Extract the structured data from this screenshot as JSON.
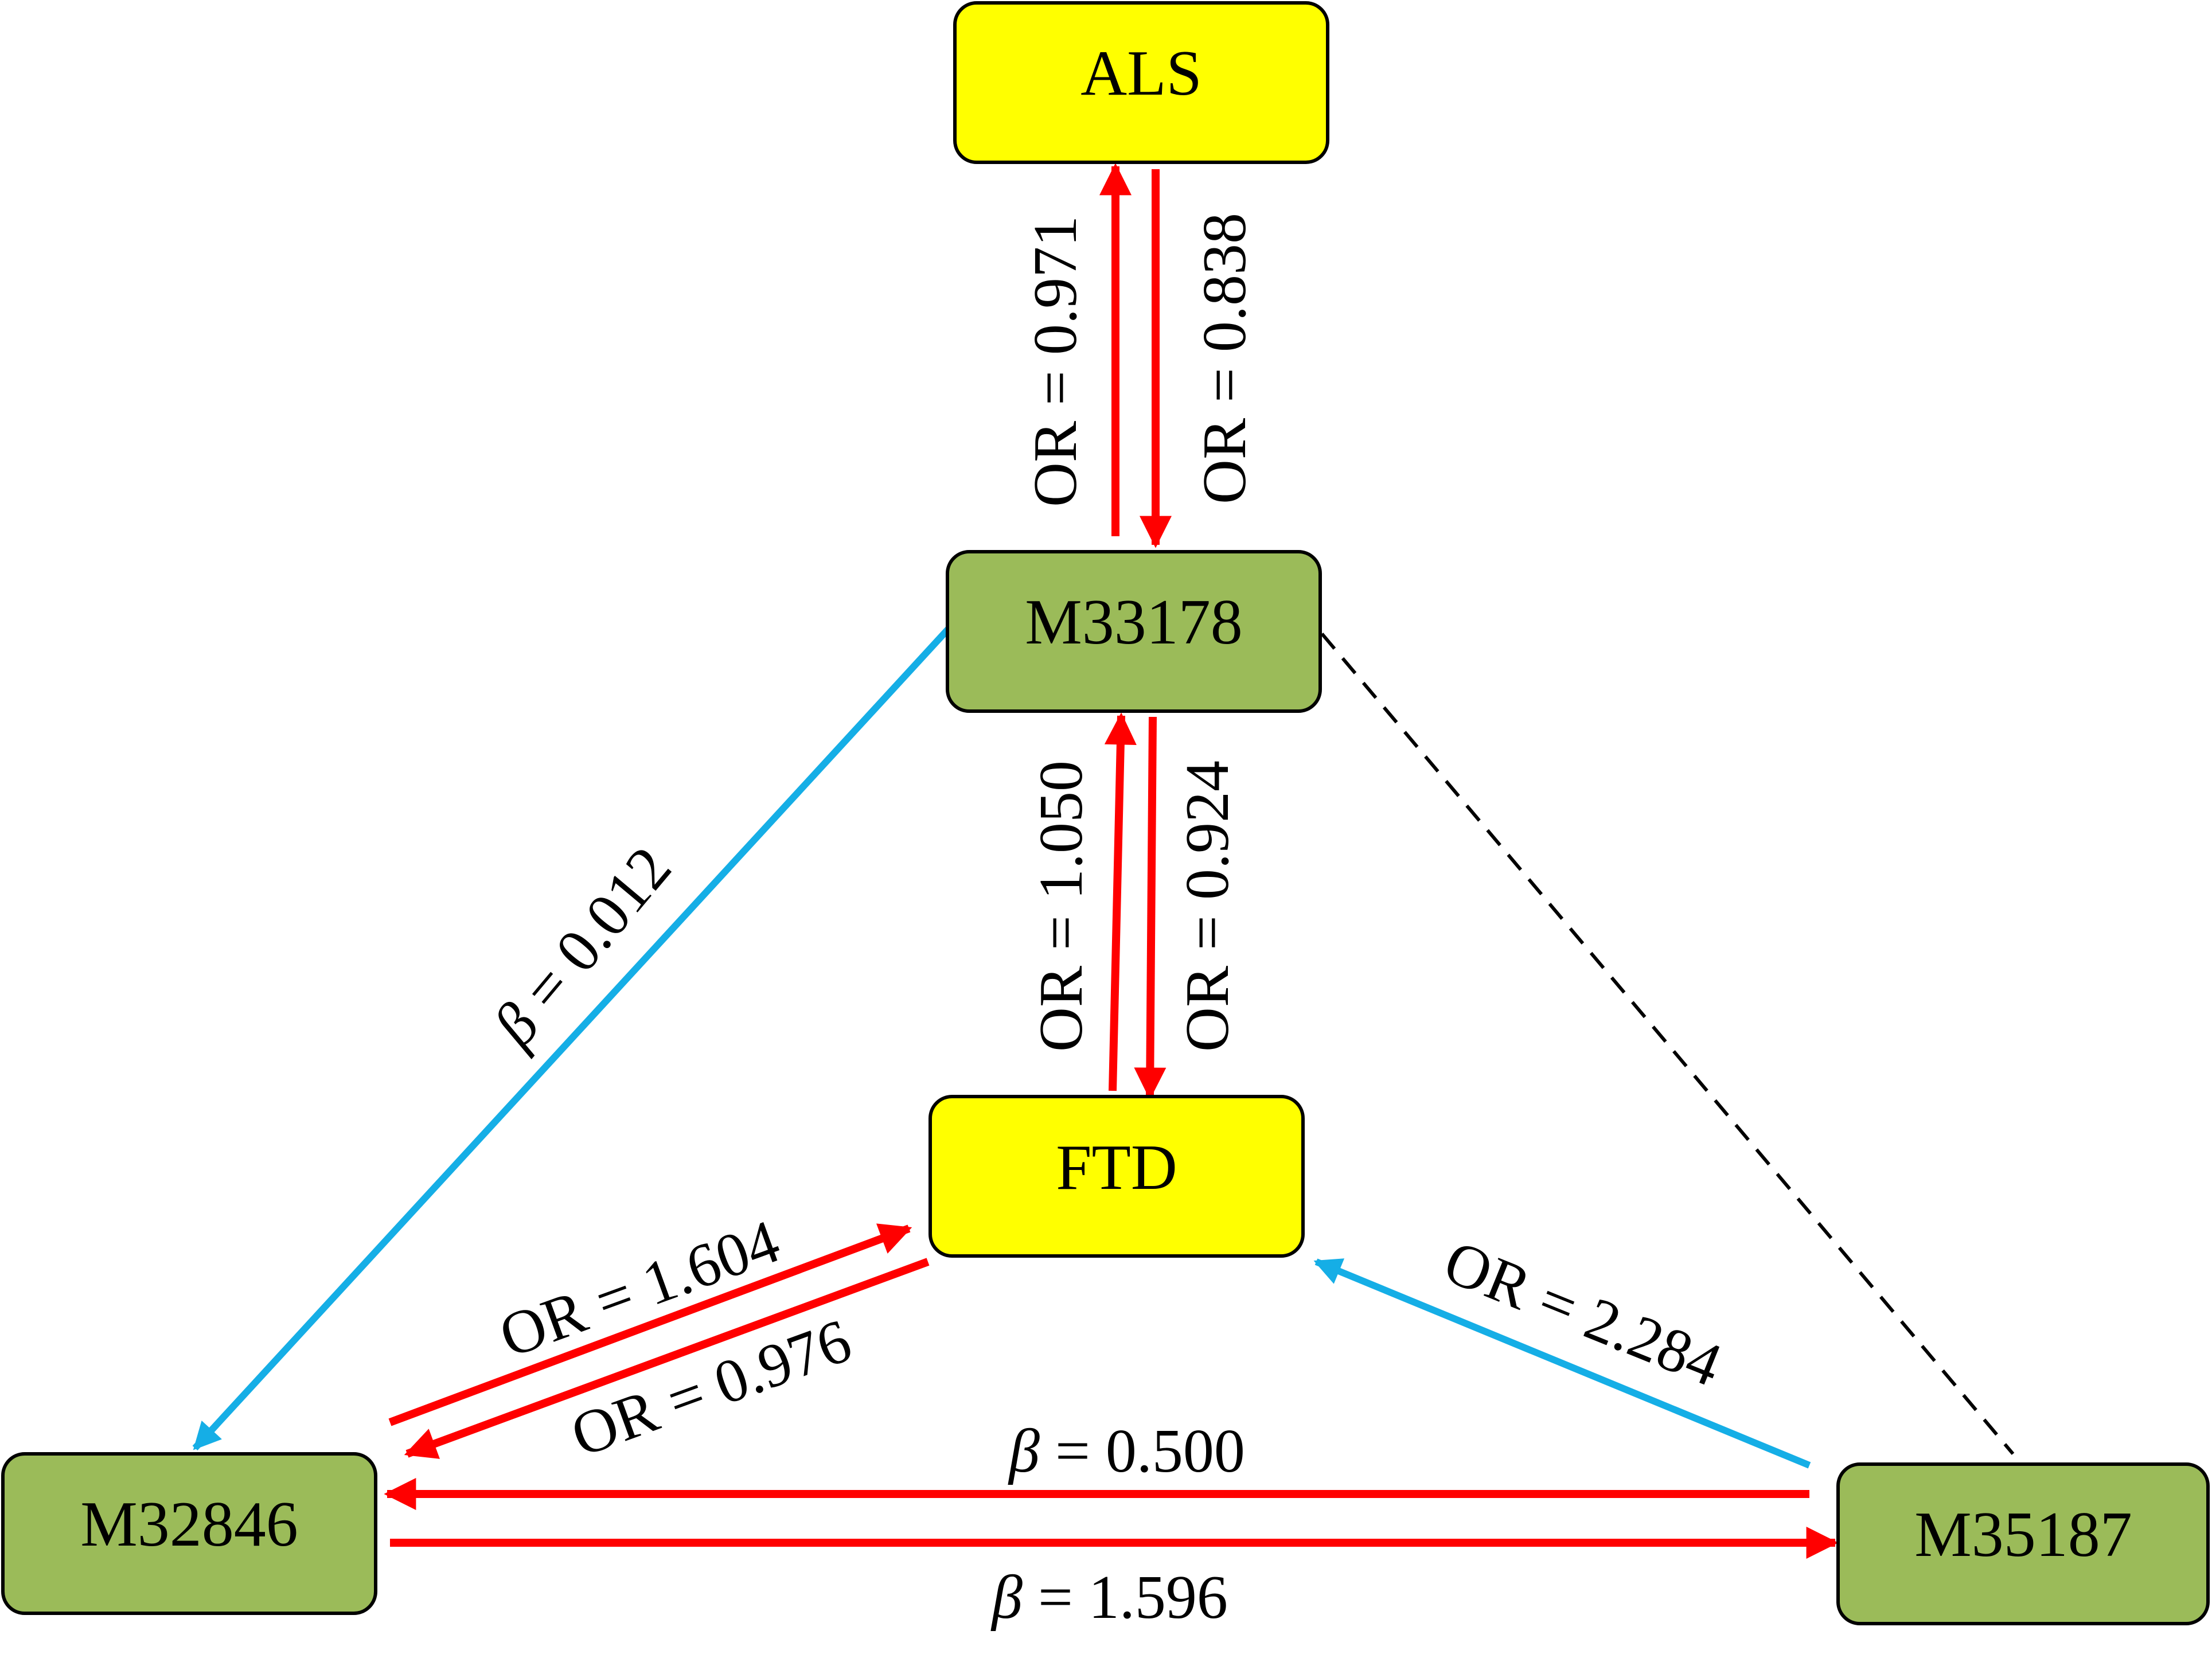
{
  "colors": {
    "outcome_fill": "#ffff00",
    "metabolite_fill": "#9bbb59",
    "red_arrow": "#ff0000",
    "blue_arrow": "#15aee6",
    "dashed_line": "#000000"
  },
  "nodes": {
    "als": "ALS",
    "m33178": "M33178",
    "ftd": "FTD",
    "m32846": "M32846",
    "m35187": "M35187"
  },
  "edges": {
    "m33178_to_als": {
      "symbol": "OR",
      "equals": " = ",
      "value": "0.971"
    },
    "als_to_m33178": {
      "symbol": "OR",
      "equals": " = ",
      "value": "0.838"
    },
    "ftd_to_m33178": {
      "symbol": "OR",
      "equals": " = ",
      "value": "1.050"
    },
    "m33178_to_ftd": {
      "symbol": "OR",
      "equals": " = ",
      "value": "0.924"
    },
    "m33178_to_m32846": {
      "symbol": "β",
      "equals": " = ",
      "value": "0.012"
    },
    "m32846_to_ftd": {
      "symbol": "OR",
      "equals": " = ",
      "value": "1.604"
    },
    "ftd_to_m32846": {
      "symbol": "OR",
      "equals": " = ",
      "value": "0.976"
    },
    "m35187_to_ftd": {
      "symbol": "OR",
      "equals": " = ",
      "value": "2.284"
    },
    "m35187_to_m32846": {
      "symbol": "β",
      "equals": " = ",
      "value": "0.500"
    },
    "m32846_to_m35187": {
      "symbol": "β",
      "equals": " = ",
      "value": "1.596"
    }
  }
}
